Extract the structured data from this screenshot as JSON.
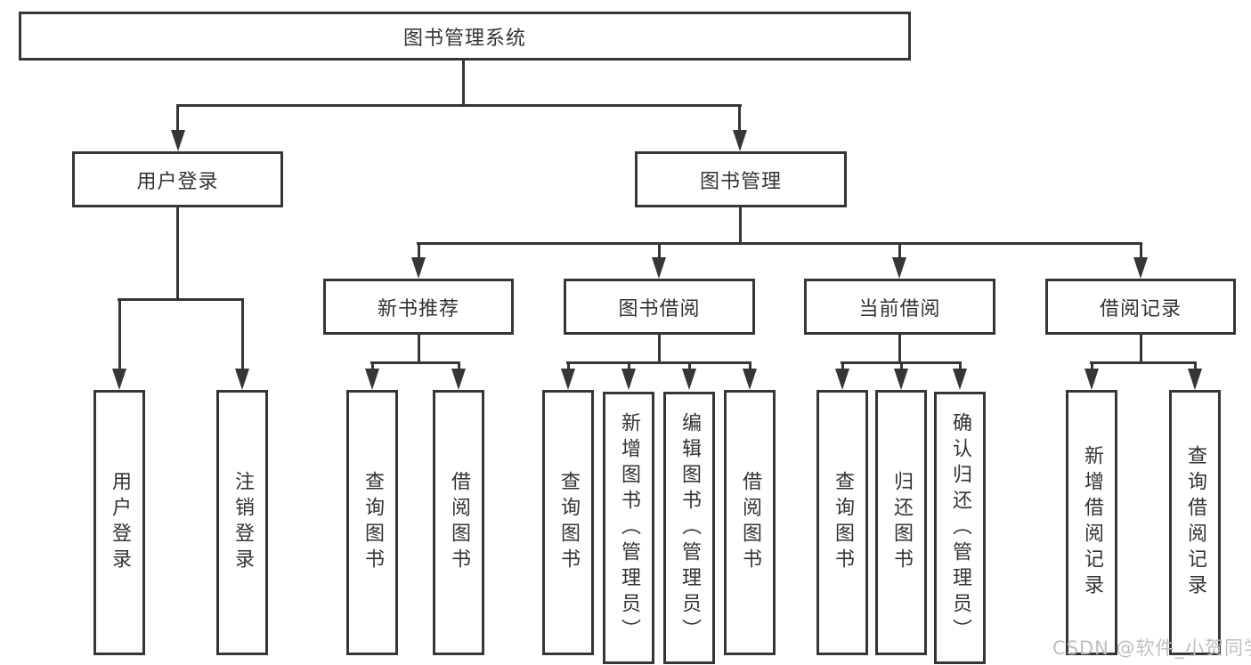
{
  "colors": {
    "line": "#363636",
    "text": "#333333",
    "watermark": "#bdbfc1",
    "background": "#ffffff"
  },
  "tree": {
    "root": "图书管理系统",
    "children": [
      {
        "label": "用户登录",
        "leaves": [
          "用户登录",
          "注销登录"
        ]
      },
      {
        "label": "图书管理",
        "groups": [
          {
            "label": "新书推荐",
            "leaves": [
              "查询图书",
              "借阅图书"
            ]
          },
          {
            "label": "图书借阅",
            "leaves": [
              "查询图书",
              "新增图书（管理员）",
              "编辑图书（管理员）",
              "借阅图书"
            ]
          },
          {
            "label": "当前借阅",
            "leaves": [
              "查询图书",
              "归还图书",
              "确认归还（管理员）"
            ]
          },
          {
            "label": "借阅记录",
            "leaves": [
              "新增借阅记录",
              "查询借阅记录"
            ]
          }
        ]
      }
    ]
  },
  "watermark": "CSDN @软件_小贺同学"
}
